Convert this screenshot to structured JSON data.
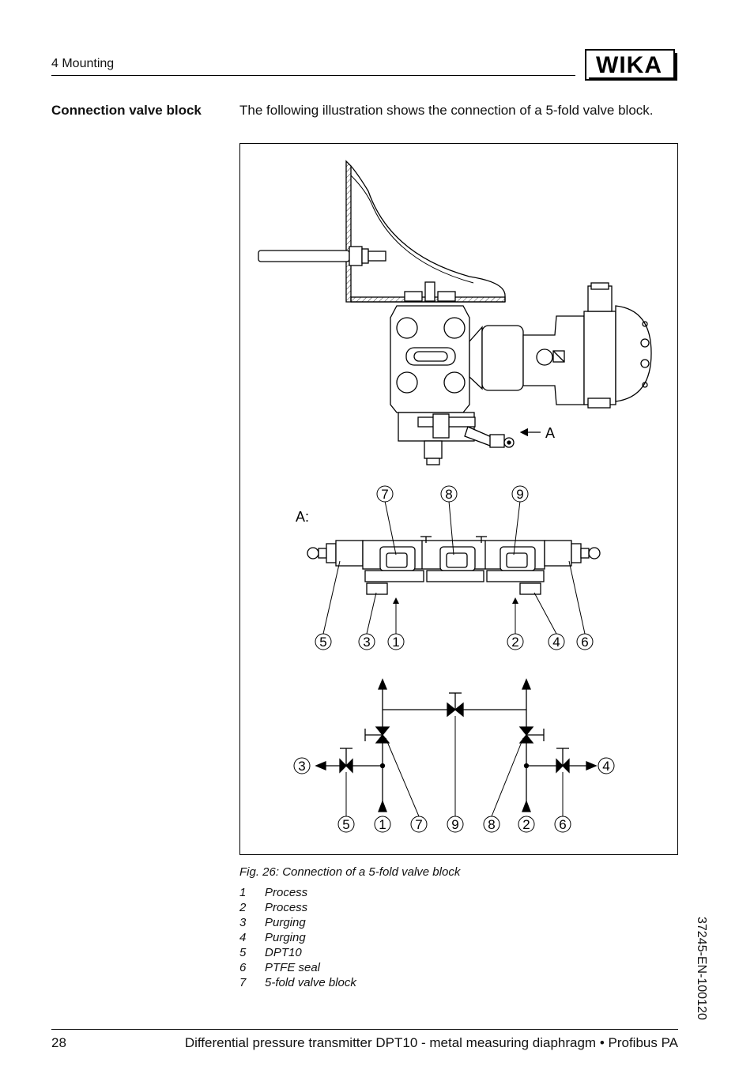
{
  "header": {
    "section": "4   Mounting",
    "logo_text": "WIKA"
  },
  "section_title": "Connection valve block",
  "intro_text": "The following illustration shows the connection of a 5-fold valve block.",
  "figure": {
    "view_label": "A",
    "view_label_detail": "A:",
    "detail_numbers": [
      "7",
      "8",
      "9",
      "5",
      "3",
      "1",
      "2",
      "4",
      "6"
    ],
    "schematic_numbers": [
      "3",
      "4",
      "5",
      "1",
      "7",
      "9",
      "8",
      "2",
      "6"
    ],
    "caption": "Fig. 26: Connection of a 5-fold valve block"
  },
  "legend": [
    {
      "num": "1",
      "label": "Process"
    },
    {
      "num": "2",
      "label": "Process"
    },
    {
      "num": "3",
      "label": "Purging"
    },
    {
      "num": "4",
      "label": "Purging"
    },
    {
      "num": "5",
      "label": "DPT10"
    },
    {
      "num": "6",
      "label": "PTFE seal"
    },
    {
      "num": "7",
      "label": "5-fold valve block"
    }
  ],
  "doc_id": "37245-EN-100120",
  "footer": {
    "page_number": "28",
    "title": "Differential pressure transmitter DPT10 - metal measuring diaphragm • Profibus PA"
  }
}
